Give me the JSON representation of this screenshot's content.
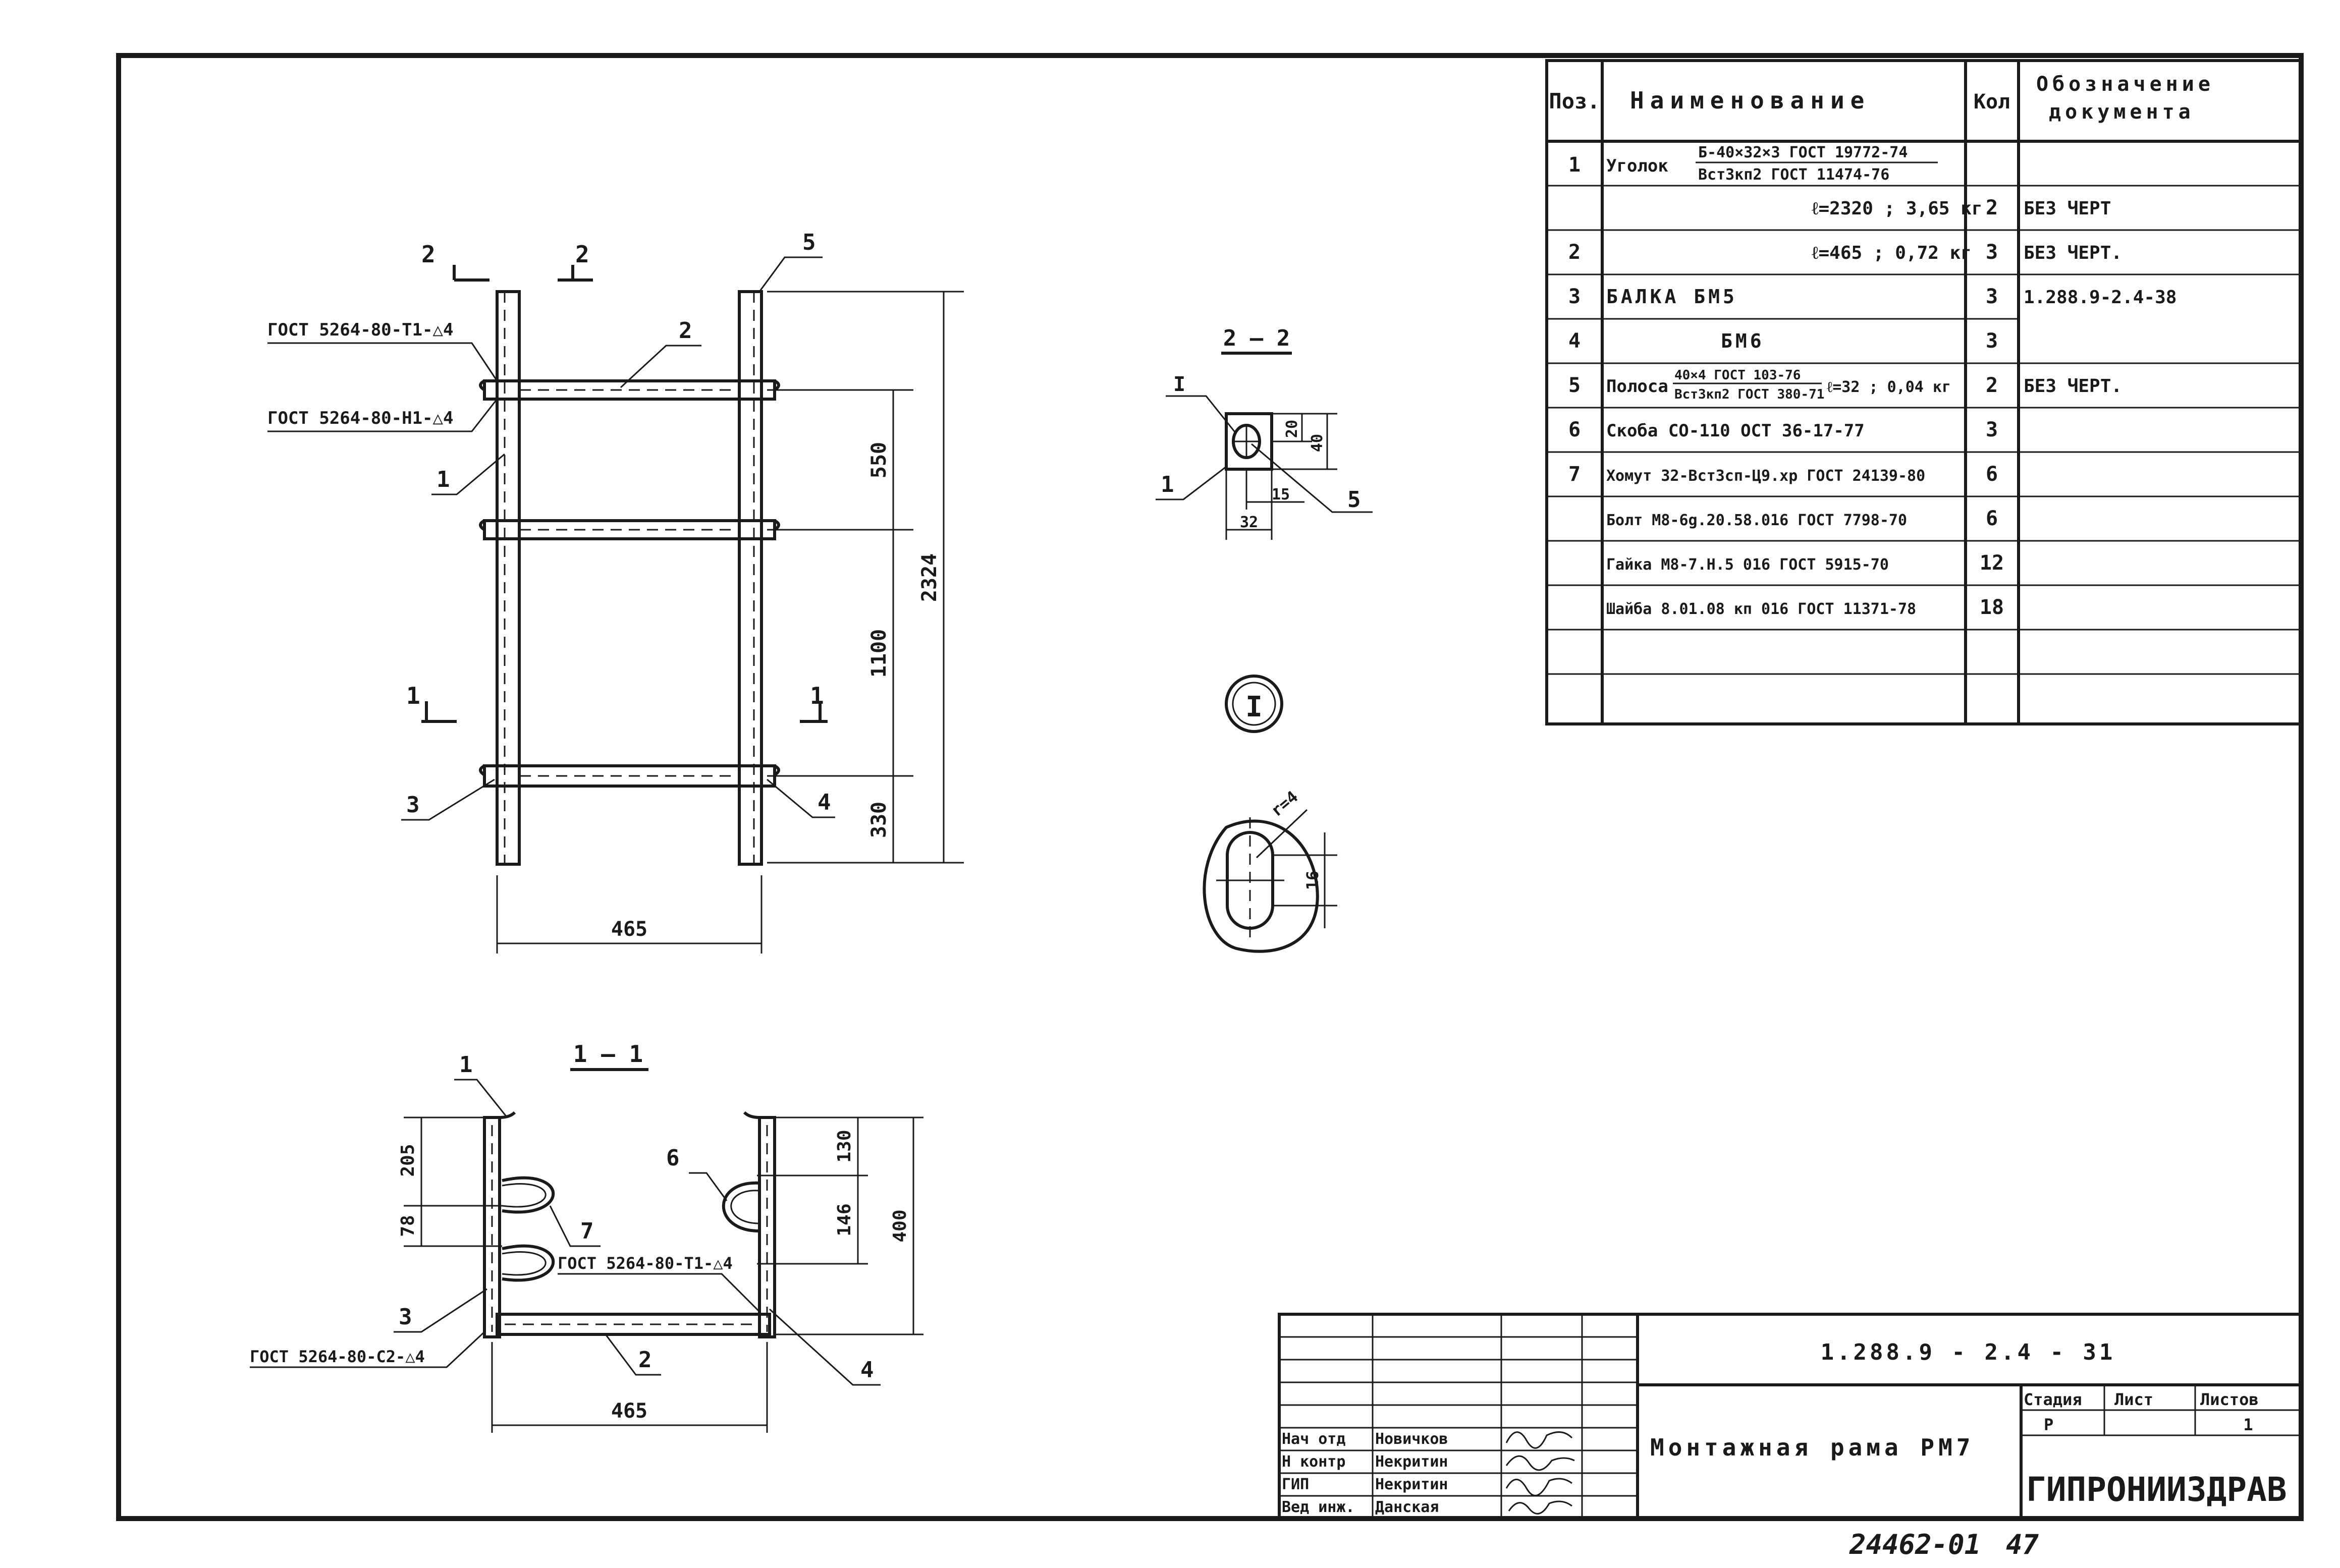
{
  "spec_table": {
    "headers": {
      "pos": "Поз.",
      "name": "Наименование",
      "qty": "Кол",
      "doc_line1": "Обозначение",
      "doc_line2": "документа"
    },
    "rows": [
      {
        "pos": "1",
        "name_prefix": "Уголок",
        "name_num": "Б-40×32×3 ГОСТ 19772-74",
        "name_den": "Вст3кп2 ГОСТ 11474-76",
        "qty": "",
        "doc": ""
      },
      {
        "pos": "",
        "name": "ℓ=2320 ;  3,65 кг",
        "qty": "2",
        "doc": "БЕЗ ЧЕРТ"
      },
      {
        "pos": "2",
        "name": "ℓ=465 ;  0,72 кг",
        "qty": "3",
        "doc": "БЕЗ ЧЕРТ."
      },
      {
        "pos": "3",
        "name": "БАЛКА  БМ5",
        "qty": "3",
        "doc": "1.288.9-2.4-38"
      },
      {
        "pos": "4",
        "name": "БМ6",
        "qty": "3",
        "doc": ""
      },
      {
        "pos": "5",
        "name_prefix": "Полоса",
        "name_num": "40×4 ГОСТ 103-76",
        "name_den": "Вст3кп2 ГОСТ 380-71",
        "name_suffix": "ℓ=32 ; 0,04 кг",
        "qty": "2",
        "doc": "БЕЗ ЧЕРТ."
      },
      {
        "pos": "6",
        "name": "Скоба СО-110  ОСТ 36-17-77",
        "qty": "3",
        "doc": ""
      },
      {
        "pos": "7",
        "name": "Хомут 32-Вст3сп-Ц9.хр ГОСТ 24139-80",
        "qty": "6",
        "doc": ""
      },
      {
        "pos": "",
        "name": "Болт М8-6g.20.58.016 ГОСТ 7798-70",
        "qty": "6",
        "doc": ""
      },
      {
        "pos": "",
        "name": "Гайка М8-7.Н.5 016 ГОСТ 5915-70",
        "qty": "12",
        "doc": ""
      },
      {
        "pos": "",
        "name": "Шайба 8.01.08 кп 016 ГОСТ 11371-78",
        "qty": "18",
        "doc": ""
      },
      {
        "pos": "",
        "name": "",
        "qty": "",
        "doc": ""
      },
      {
        "pos": "",
        "name": "",
        "qty": "",
        "doc": ""
      }
    ]
  },
  "front_view": {
    "section_mark_2": "2",
    "section_mark_1": "1",
    "weld_top": "ГОСТ 5264-80-Т1-△4",
    "weld_mid": "ГОСТ 5264-80-Н1-△4",
    "callouts": {
      "c1": "1",
      "c2": "2",
      "c3": "3",
      "c4": "4",
      "c5": "5"
    },
    "dims": {
      "d550": "550",
      "d1100": "1100",
      "d330": "330",
      "d2324": "2324",
      "d465": "465"
    }
  },
  "section_2_2": {
    "title": "2 — 2",
    "mark_I": "I",
    "callouts": {
      "c1": "1",
      "c5": "5"
    },
    "dims": {
      "d20": "20",
      "d40": "40",
      "d15": "15",
      "d32": "32"
    }
  },
  "detail_I": {
    "mark": "I",
    "dims": {
      "r4": "r=4",
      "d16": "16"
    }
  },
  "section_1_1": {
    "title": "1 — 1",
    "weld_inner": "ГОСТ 5264-80-Т1-△4",
    "weld_outer": "ГОСТ 5264-80-С2-△4",
    "callouts": {
      "c1": "1",
      "c2": "2",
      "c3": "3",
      "c4": "4",
      "c6": "6",
      "c7": "7"
    },
    "dims": {
      "d205": "205",
      "d78": "78",
      "d130": "130",
      "d146": "146",
      "d400": "400",
      "d465": "465"
    }
  },
  "title_block": {
    "doc_code": "1.288.9 - 2.4 - 31",
    "title": "Монтажная рама РМ7",
    "org": "ГИПРОНИИЗДРАВ",
    "stage_label": "Стадия",
    "sheet_label": "Лист",
    "sheets_label": "Листов",
    "stage_value": "Р",
    "sheets_value": "1",
    "signatures": [
      {
        "role": "Нач отд",
        "name": "Новичков"
      },
      {
        "role": "Н контр",
        "name": "Некритин"
      },
      {
        "role": "ГИП",
        "name": "Некритин"
      },
      {
        "role": "Вед инж.",
        "name": "Данская"
      }
    ]
  },
  "footer": {
    "inventory": "24462-01",
    "page": "47"
  }
}
